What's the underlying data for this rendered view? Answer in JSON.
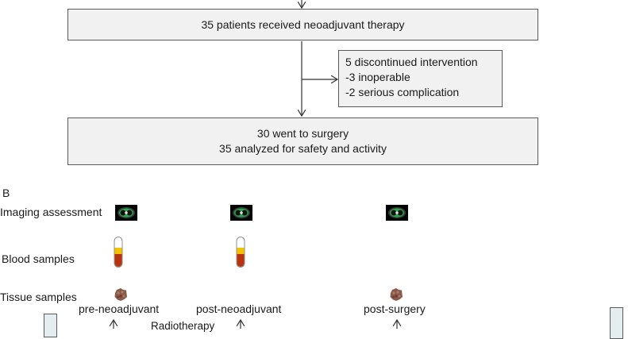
{
  "flow": {
    "box1": "35 patients received neoadjuvant therapy",
    "side": {
      "line1": "5 discontinued intervention",
      "line2": "-3 inoperable",
      "line3": "-2 serious complication"
    },
    "box3": {
      "line1": "30 went to surgery",
      "line2": "35 analyzed for safety and activity"
    }
  },
  "panel_b": {
    "label": "B",
    "rows": {
      "imaging": "Imaging assessment",
      "blood": "Blood samples",
      "tissue": "Tissue samples"
    },
    "timepoints": {
      "pre": "pre-neoadjuvant",
      "post": "post-neoadjuvant",
      "surgery": "post-surgery"
    },
    "therapy": "Radiotherapy"
  },
  "colors": {
    "box_fill": "#f1f1f1",
    "box_border": "#5a5a5a",
    "blood_red": "#b8340e",
    "serum_yellow": "#f3c300",
    "ct_green": "#2aa84a"
  }
}
